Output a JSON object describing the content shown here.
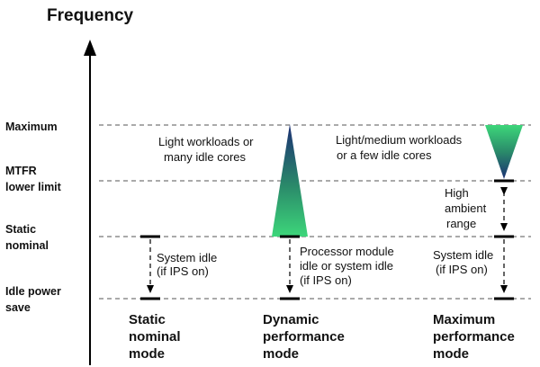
{
  "axis_title": "Frequency",
  "levels": {
    "maximum": "Maximum",
    "mtfr_line1": "MTFR",
    "mtfr_line2": "lower limit",
    "static_line1": "Static",
    "static_line2": "nominal",
    "idle_line1": "Idle power",
    "idle_line2": "save"
  },
  "annotations": {
    "light_line1": "Light workloads or",
    "light_line2": "many idle cores",
    "lightmed_line1": "Light/medium workloads",
    "lightmed_line2": "or a few idle cores",
    "high_line1": "High",
    "high_line2": "ambient",
    "high_line3": "range",
    "sysidle1_line1": "System idle",
    "sysidle1_line2": "(if IPS on)",
    "proc_line1": "Processor module",
    "proc_line2": "idle or system idle",
    "proc_line3": "(if IPS on)",
    "sysidle3_line1": "System idle",
    "sysidle3_line2": "(if IPS on)"
  },
  "modes": {
    "static_line1": "Static",
    "static_line2": "nominal",
    "static_line3": "mode",
    "dynamic_line1": "Dynamic",
    "dynamic_line2": "performance",
    "dynamic_line3": "mode",
    "max_line1": "Maximum",
    "max_line2": "performance",
    "max_line3": "mode"
  },
  "colors": {
    "gradient_dark": "#1c2f73",
    "gradient_light": "#3dd67a",
    "line": "#000000"
  }
}
